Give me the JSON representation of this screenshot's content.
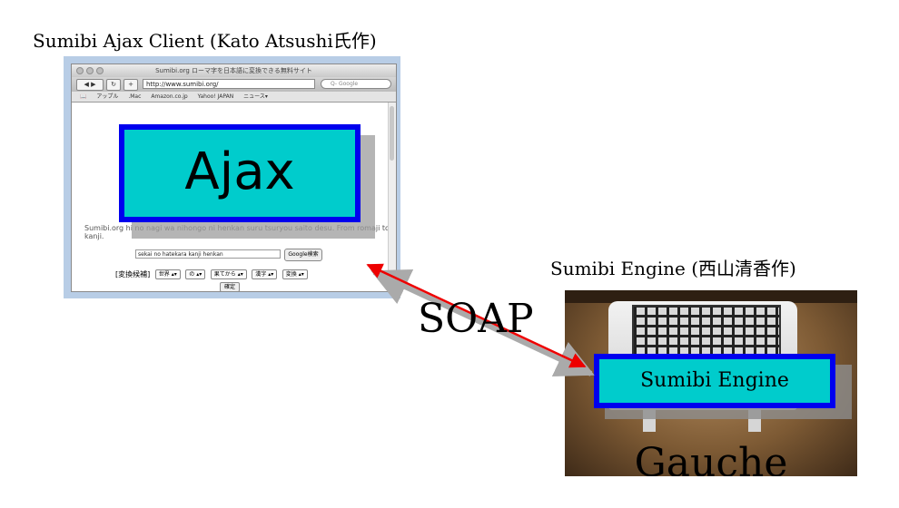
{
  "client": {
    "caption": "Sumibi Ajax Client (Kato Atsushi氏作)",
    "window_title": "Sumibi.org ローマ字を日本語に変換できる無料サイト",
    "url": "http://www.sumibi.org/",
    "search_placeholder": "Q- Google",
    "bookmarks": [
      "アップル",
      ".Mac",
      "Amazon.co.jp",
      "Yahoo! JAPAN",
      "ニュース▾"
    ],
    "overlay_label": "Ajax",
    "page_text": "Sumibi.org hi no nagi wa nihongo ni henkan suru tsuryou saito desu. From romaji to kanji.",
    "query_value": "sekai no hatekara kanji henkan",
    "google_button": "Google検索",
    "candidates_label": "[変換候補]",
    "candidates": [
      "世界",
      "の",
      "果てから",
      "漢字",
      "変換"
    ],
    "confirm_button": "確定"
  },
  "engine": {
    "caption": "Sumibi Engine (西山清香作)",
    "box_label": "Sumibi Engine",
    "runtime_label": "Gauche"
  },
  "connector": {
    "label": "SOAP",
    "color": "#ee0000"
  }
}
